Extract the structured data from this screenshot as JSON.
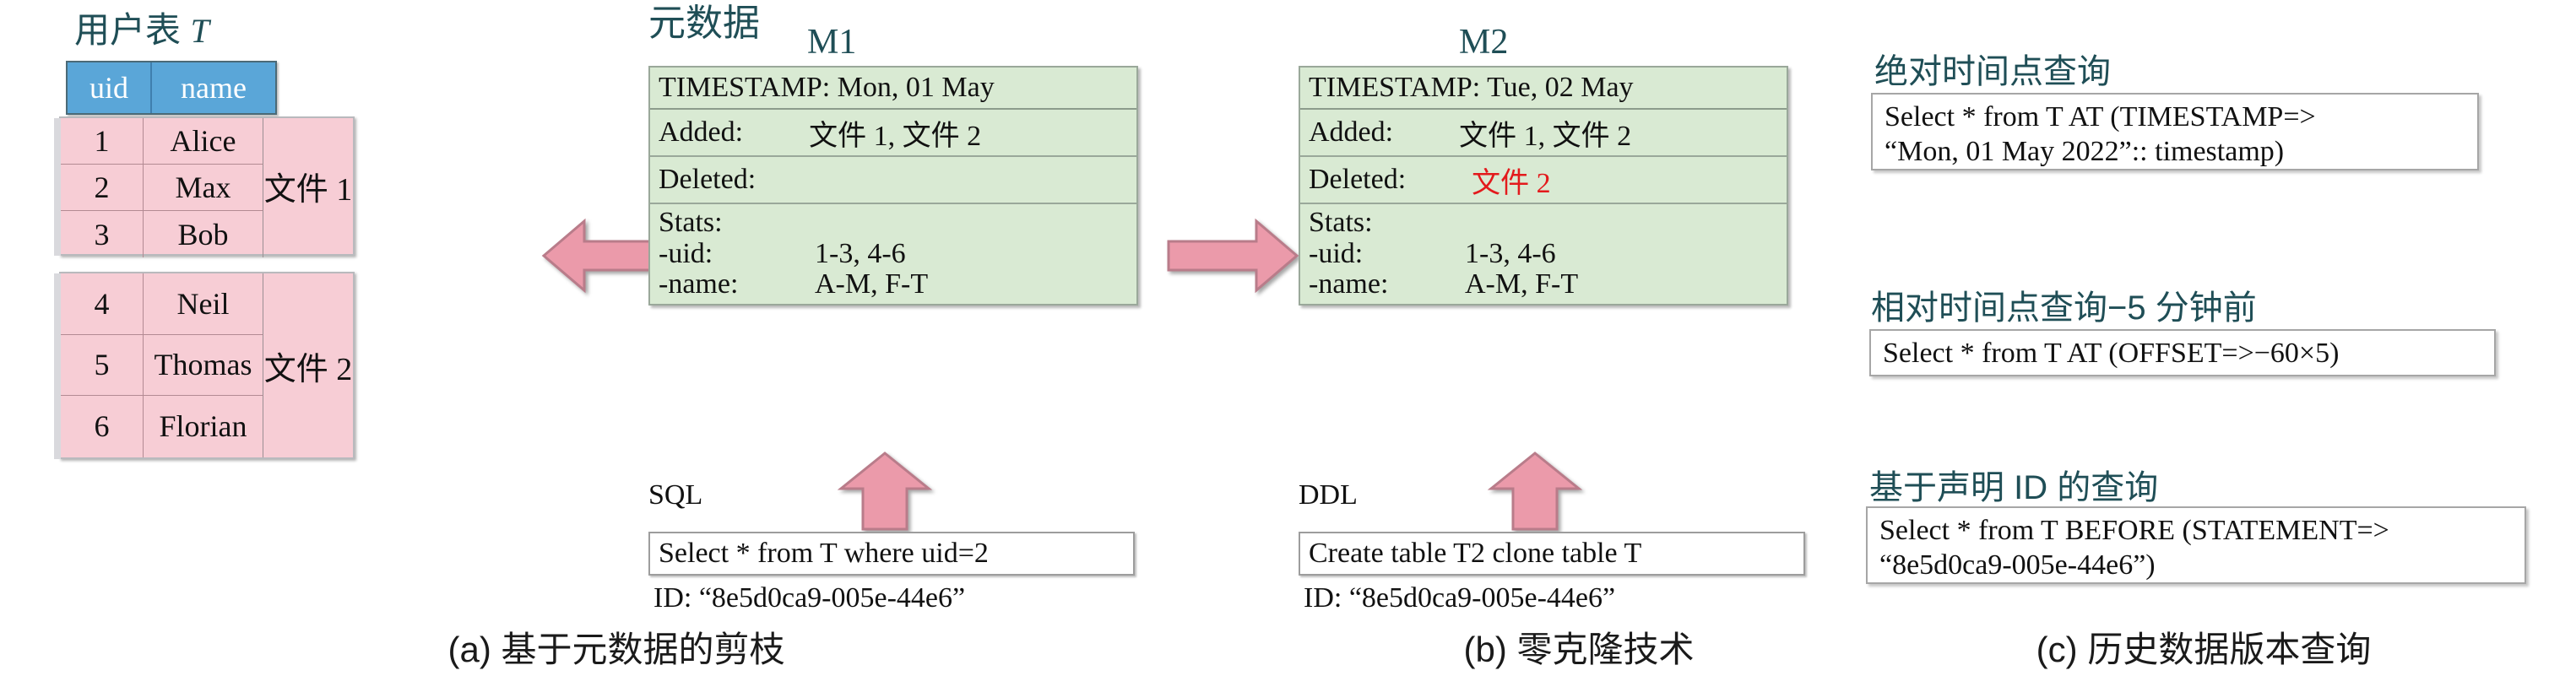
{
  "panel_a": {
    "title_prefix": "用户表 ",
    "title_italic": "T",
    "columns": [
      "uid",
      "name"
    ],
    "groups": [
      {
        "file_label": "文件 1",
        "rows": [
          {
            "uid": "1",
            "name": "Alice"
          },
          {
            "uid": "2",
            "name": "Max"
          },
          {
            "uid": "3",
            "name": "Bob"
          }
        ]
      },
      {
        "file_label": "文件 2",
        "rows": [
          {
            "uid": "4",
            "name": "Neil"
          },
          {
            "uid": "5",
            "name": "Thomas"
          },
          {
            "uid": "6",
            "name": "Florian"
          }
        ]
      }
    ],
    "caption": "(a) 基于元数据的剪枝"
  },
  "metadata_heading": "元数据",
  "m1": {
    "title": "M1",
    "timestamp": "TIMESTAMP: Mon, 01 May",
    "added_key": "Added:",
    "added_val": "文件 1, 文件 2",
    "deleted_key": "Deleted:",
    "deleted_val": "",
    "stats_key": "Stats:",
    "stats": [
      {
        "key": "-uid:",
        "value": "1-3, 4-6"
      },
      {
        "key": "-name:",
        "value": "A-M, F-T"
      }
    ],
    "lang_label": "SQL",
    "statement": "Select * from T where uid=2",
    "id_line": "ID: “8e5d0ca9-005e-44e6”"
  },
  "m2": {
    "title": "M2",
    "timestamp": "TIMESTAMP: Tue, 02 May",
    "added_key": "Added:",
    "added_val": "文件 1, 文件 2",
    "deleted_key": "Deleted:",
    "deleted_val": "文件 2",
    "deleted_color": "#e31a1c",
    "stats_key": "Stats:",
    "stats": [
      {
        "key": "-uid:",
        "value": "1-3, 4-6"
      },
      {
        "key": "-name:",
        "value": "A-M, F-T"
      }
    ],
    "lang_label": "DDL",
    "statement": "Create table T2 clone table T",
    "id_line": "ID: “8e5d0ca9-005e-44e6”",
    "caption": "(b) 零克隆技术"
  },
  "panel_c": {
    "queries": [
      {
        "title": "绝对时间点查询",
        "line1": "Select * from T AT (TIMESTAMP=>",
        "line2": "“Mon, 01 May 2022”:: timestamp)"
      },
      {
        "title": "相对时间点查询−5 分钟前",
        "line1": "Select * from T AT (OFFSET=>−60×5)",
        "line2": ""
      },
      {
        "title": "基于声明 ID 的查询",
        "line1": "Select * from T BEFORE (STATEMENT=>",
        "line2": "“8e5d0ca9-005e-44e6”)"
      }
    ],
    "caption": "(c) 历史数据版本查询"
  },
  "colors": {
    "header_blue": "#5aa6d8",
    "row_pink": "#f7cdd5",
    "card_green": "#d9ead3",
    "arrow_pink": "#eb9aaa",
    "teal_text": "#1f4e56",
    "red_text": "#e31a1c"
  }
}
